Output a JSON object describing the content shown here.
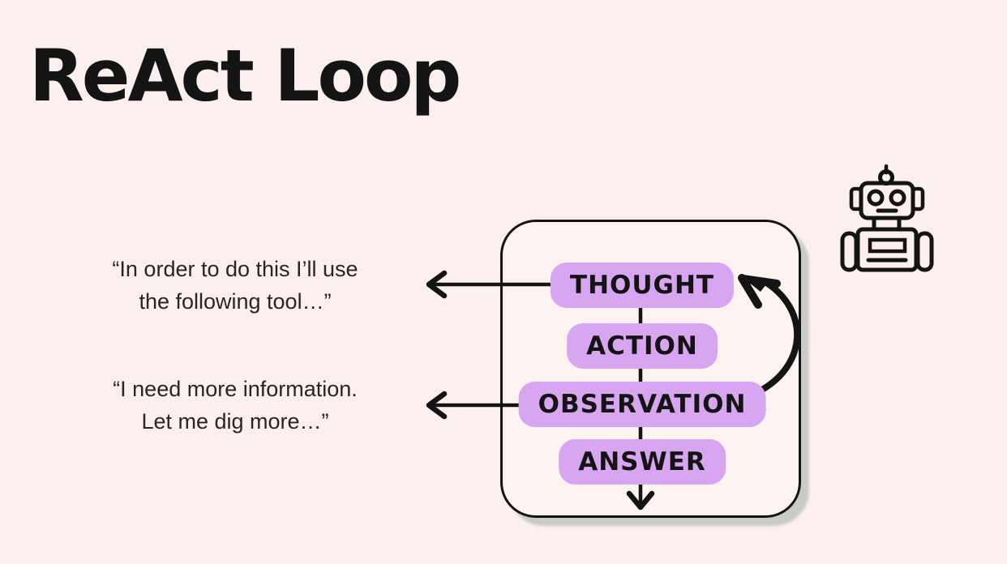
{
  "title": "ReAct Loop",
  "colors": {
    "background": "#fcf0ee",
    "box_fill": "#fdf4f2",
    "pill": "#d8a5f0",
    "ink": "#141414",
    "shadow": "#c9cbc9",
    "text": "#262626"
  },
  "diagram": {
    "steps": [
      {
        "label": "THOUGHT"
      },
      {
        "label": "ACTION"
      },
      {
        "label": "OBSERVATION"
      },
      {
        "label": "ANSWER"
      }
    ]
  },
  "annotations": [
    {
      "target": "THOUGHT",
      "line1": "“In order to do this I’ll use",
      "line2": "the following tool…”"
    },
    {
      "target": "OBSERVATION",
      "line1": "“I need more information.",
      "line2": "Let me dig more…”"
    }
  ],
  "icons": {
    "robot": "robot-icon"
  }
}
